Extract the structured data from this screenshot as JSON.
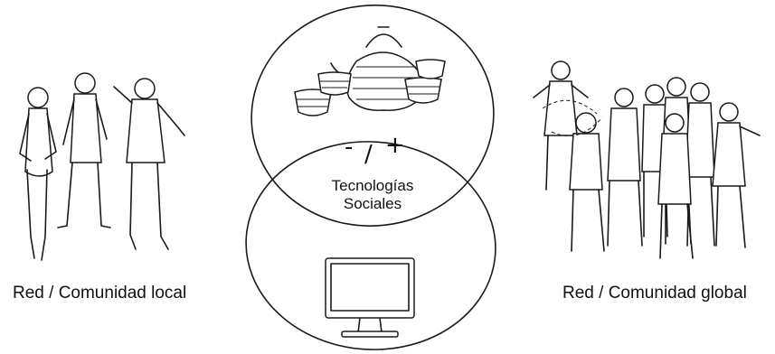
{
  "labels": {
    "local": "Red / Comunidad local",
    "global": "Red / Comunidad global"
  },
  "center": {
    "sign_minus": "-",
    "sign_slash": "/",
    "sign_plus": "+",
    "line1": "Tecnologías",
    "line2": "Sociales"
  },
  "icons": {
    "top_circle": "teapot-cups-icon",
    "bottom_circle": "computer-monitor-icon",
    "left_group": "local-people-group",
    "right_group": "global-people-group"
  },
  "colors": {
    "ink": "#1a1a1a",
    "background": "#ffffff"
  }
}
